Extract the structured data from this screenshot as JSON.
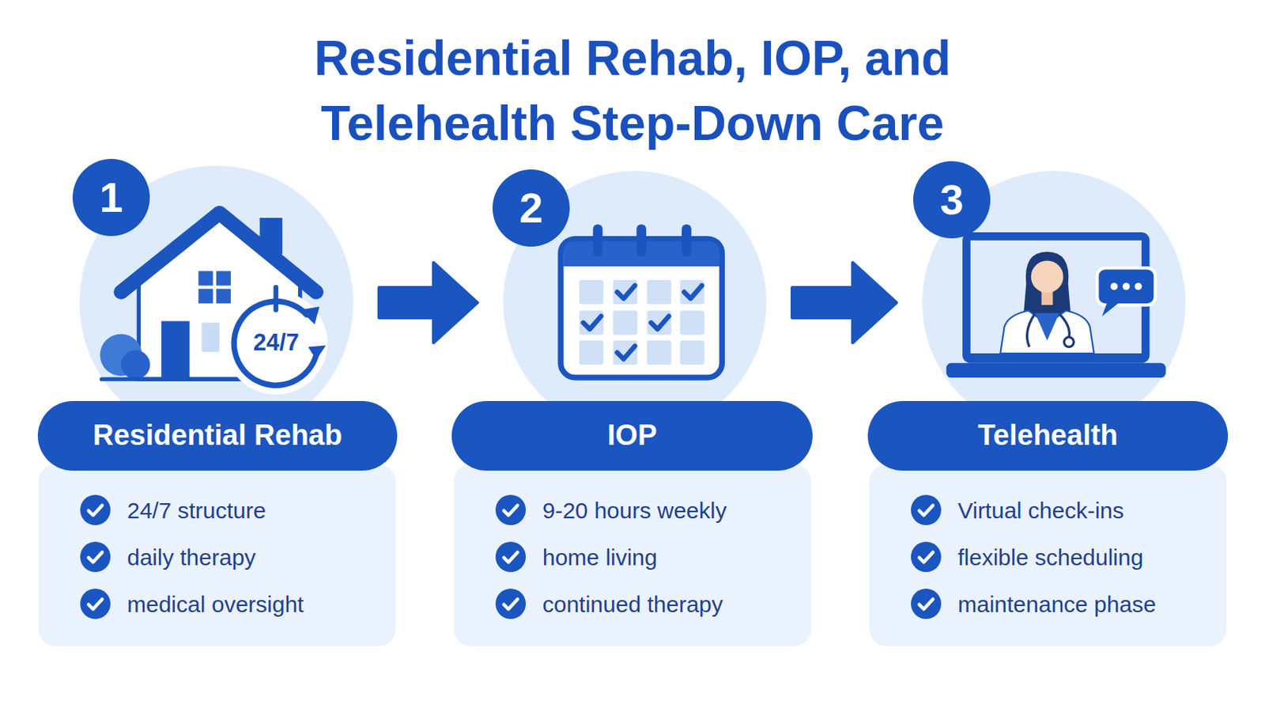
{
  "diagram": {
    "title": "Residential Rehab, IOP, and Telehealth Step-Down Care",
    "nodes": [
      {
        "text": [
          "1"
        ]
      },
      {
        "text": [
          "24/7"
        ]
      },
      {
        "text": [
          "Residential Rehab"
        ]
      },
      {
        "text": [
          "24/7 structure",
          "daily therapy",
          "medical oversight"
        ]
      },
      {
        "text": [
          "2"
        ]
      },
      {
        "text": []
      },
      {
        "text": [
          "IOP"
        ]
      },
      {
        "text": [
          "9-20 hours weekly",
          "home living",
          "continued therapy"
        ]
      },
      {
        "text": [
          "3"
        ]
      },
      {
        "text": []
      },
      {
        "text": [
          "Telehealth"
        ]
      },
      {
        "text": [
          "Virtual check-ins",
          "flexible scheduling",
          "maintenance phase"
        ]
      }
    ],
    "edges": [
      {
        "from": 1,
        "to": 5,
        "arrow": "to"
      },
      {
        "from": 5,
        "to": 9,
        "arrow": "to"
      }
    ]
  }
}
